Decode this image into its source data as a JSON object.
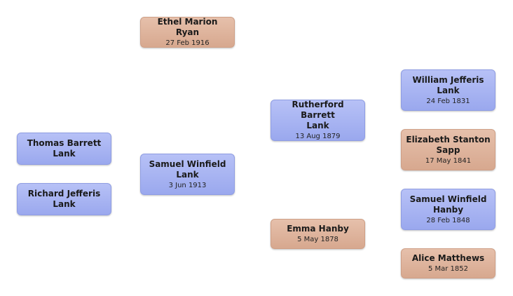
{
  "people": {
    "ethel": {
      "first": "Ethel Marion  Ryan",
      "last": "",
      "date": "27 Feb 1916",
      "sex": "female"
    },
    "thomas": {
      "first": "Thomas Barrett",
      "last": "Lank",
      "date": "",
      "sex": "male"
    },
    "richard": {
      "first": "Richard Jefferis",
      "last": "Lank",
      "date": "",
      "sex": "male"
    },
    "samuelw": {
      "first": "Samuel Winfield",
      "last": "Lank",
      "date": "3 Jun 1913",
      "sex": "male"
    },
    "rutherford": {
      "first": "Rutherford  Barrett",
      "last": "Lank",
      "date": "13 Aug 1879",
      "sex": "male"
    },
    "emma": {
      "first": "Emma  Hanby",
      "last": "",
      "date": "5 May 1878",
      "sex": "female"
    },
    "william": {
      "first": "William Jefferis",
      "last": "Lank",
      "date": "24 Feb 1831",
      "sex": "male"
    },
    "elizabeth": {
      "first": "Elizabeth Stanton",
      "last": "Sapp",
      "date": "17 May 1841",
      "sex": "female"
    },
    "samuelh": {
      "first": "Samuel Winfield",
      "last": "Hanby",
      "date": "28 Feb 1848",
      "sex": "male"
    },
    "alice": {
      "first": "Alice  Matthews",
      "last": "",
      "date": "5 Mar 1852",
      "sex": "female"
    }
  },
  "colors": {
    "male": "#a4b1f1",
    "female": "#ddb39c",
    "background": "#ffffff"
  }
}
